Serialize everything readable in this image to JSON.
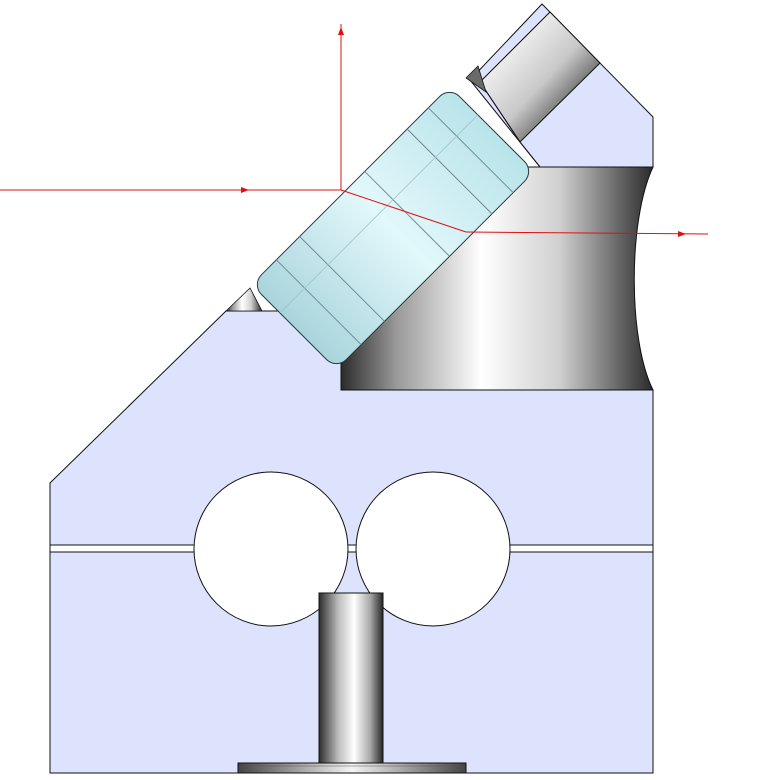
{
  "diagram": {
    "kind": "mechanical cross-section",
    "colors": {
      "body_fill": "#dde3fd",
      "outline": "#111111",
      "prism_fill": "#cdf1f7",
      "prism_edge": "#6f8c95",
      "ray": "#e01010",
      "metal_dark": "#2a2a2a",
      "metal_light": "#ffffff"
    },
    "parts": [
      "housing-body",
      "top-arm",
      "prism",
      "cylindrical-bore",
      "split-bores",
      "split-line",
      "pin",
      "base-flange"
    ],
    "rays": [
      "incident-ray",
      "vertical-ray",
      "refracted-ray"
    ]
  }
}
